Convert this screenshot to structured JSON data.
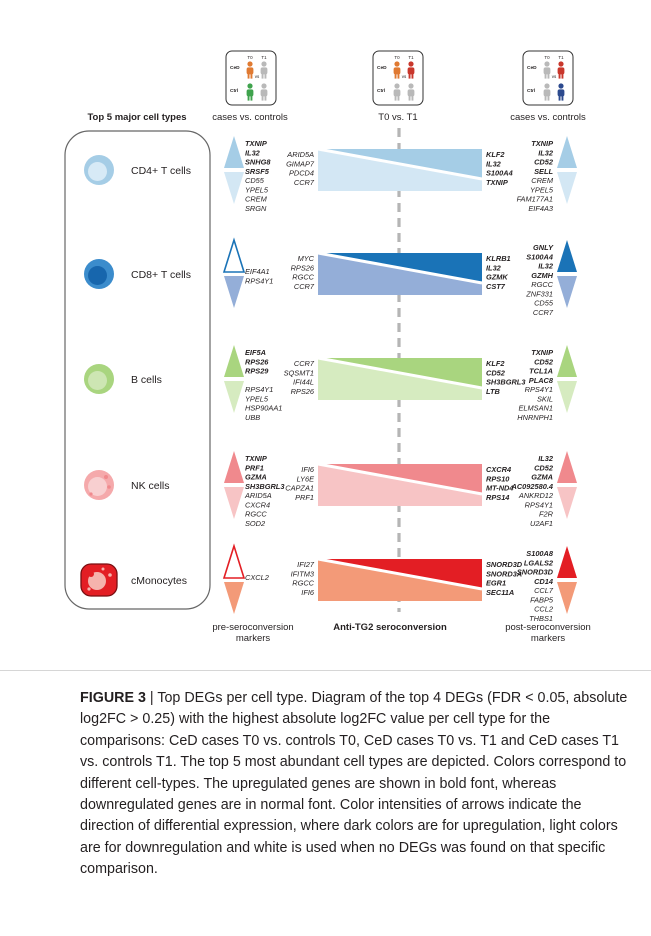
{
  "header": {
    "row_title": "Top 5 major cell types",
    "left_caption": "cases vs. controls",
    "middle_caption": "T0    vs.    T1",
    "right_caption": "cases vs. controls"
  },
  "icon_labels": {
    "t0": "T0",
    "t1": "T1",
    "ced": "CeD",
    "ctrl": "Ctrl",
    "vs": "vs"
  },
  "footer": {
    "left": "pre-seroconversion markers",
    "middle": "Anti-TG2 seroconversion",
    "right": "post-seroconversion markers"
  },
  "rows": [
    {
      "name": "CD4+ T cells",
      "colors": {
        "dark": "#a5cde6",
        "light": "#d3e7f4",
        "cell_outer": "#a5cde6",
        "cell_inner": "#d7eaf6"
      },
      "pre": {
        "up": [
          "TXNIP",
          "IL32",
          "SNHG8",
          "SRSF5"
        ],
        "down": [
          "CD55",
          "YPEL5",
          "CREM",
          "SRGN"
        ],
        "up_empty": false,
        "down_empty": false
      },
      "mid": {
        "down": [
          "ARID5A",
          "GIMAP7",
          "PDCD4",
          "CCR7"
        ],
        "up": [
          "KLF2",
          "IL32",
          "S100A4",
          "TXNIP"
        ]
      },
      "post": {
        "up": [
          "TXNIP",
          "IL32",
          "CD52",
          "SELL"
        ],
        "down": [
          "CREM",
          "YPEL5",
          "FAM177A1",
          "EIF4A3"
        ],
        "up_empty": false,
        "down_empty": false
      }
    },
    {
      "name": "CD8+ T cells",
      "colors": {
        "dark": "#1a73b7",
        "light": "#94aed8",
        "cell_outer": "#3b8ccc",
        "cell_inner": "#1766ad"
      },
      "pre": {
        "up": [],
        "down": [
          "EIF4A1",
          "RPS4Y1"
        ],
        "up_empty": true,
        "down_empty": false
      },
      "mid": {
        "down": [
          "MYC",
          "RPS26",
          "RGCC",
          "CCR7"
        ],
        "up": [
          "KLRB1",
          "IL32",
          "GZMK",
          "CST7"
        ]
      },
      "post": {
        "up": [
          "GNLY",
          "S100A4",
          "IL32",
          "GZMH"
        ],
        "down": [
          "RGCC",
          "ZNF331",
          "CD55",
          "CCR7"
        ],
        "up_empty": false,
        "down_empty": false
      }
    },
    {
      "name": "B cells",
      "colors": {
        "dark": "#a9d57f",
        "light": "#d6ebc0",
        "cell_outer": "#a9d57f",
        "cell_inner": "#cde6b3"
      },
      "pre": {
        "up": [
          "EIF5A",
          "RPS26",
          "RPS29"
        ],
        "down": [
          "RPS4Y1",
          "YPEL5",
          "HSP90AA1",
          "UBB"
        ],
        "up_empty": false,
        "down_empty": false
      },
      "mid": {
        "down": [
          "CCR7",
          "SQSMT1",
          "IFI44L",
          "RPS26"
        ],
        "up": [
          "KLF2",
          "CD52",
          "SH3BGRL3",
          "LTB"
        ]
      },
      "post": {
        "up": [
          "TXNIP",
          "CD52",
          "TCL1A",
          "PLAC8"
        ],
        "down": [
          "RPS4Y1",
          "SKIL",
          "ELMSAN1",
          "HNRNPH1"
        ],
        "up_empty": false,
        "down_empty": false
      }
    },
    {
      "name": "NK cells",
      "colors": {
        "dark": "#f0898d",
        "light": "#f7c4c5",
        "cell_outer": "#f5a9ab",
        "cell_inner": "#f8cfd0"
      },
      "pre": {
        "up": [
          "TXNIP",
          "PRF1",
          "GZMA",
          "SH3BGRL3"
        ],
        "down": [
          "ARID5A",
          "CXCR4",
          "RGCC",
          "SOD2"
        ],
        "up_empty": false,
        "down_empty": false
      },
      "mid": {
        "down": [
          "IFI6",
          "LY6E",
          "CAPZA1",
          "PRF1"
        ],
        "up": [
          "CXCR4",
          "RPS10",
          "MT-ND4",
          "RPS14"
        ]
      },
      "post": {
        "up": [
          "IL32",
          "CD52",
          "GZMA",
          "AC092580.4"
        ],
        "down": [
          "ANKRD12",
          "RPS4Y1",
          "F2R",
          "U2AF1"
        ],
        "up_empty": false,
        "down_empty": false
      }
    },
    {
      "name": "cMonocytes",
      "colors": {
        "dark": "#e31e24",
        "light": "#f39a78",
        "cell_outer": "#e31e24",
        "cell_inner": "#f5b3ad"
      },
      "pre": {
        "up": [],
        "down": [
          "CXCL2"
        ],
        "up_empty": true,
        "down_empty": false
      },
      "mid": {
        "down": [
          "IFI27",
          "IFITM3",
          "RGCC",
          "IFI6"
        ],
        "up": [
          "SNORD3D",
          "SNORD3A",
          "EGR1",
          "SEC11A"
        ]
      },
      "post": {
        "up": [
          "S100A8",
          "LGALS2",
          "SNORD3D",
          "CD14"
        ],
        "down": [
          "CCL7",
          "FABP5",
          "CCL2",
          "THBS1"
        ],
        "up_empty": false,
        "down_empty": false
      }
    }
  ],
  "caption": {
    "label": "FIGURE 3",
    "text": " | Top DEGs per cell type. Diagram of the top 4 DEGs (FDR < 0.05, absolute log2FC > 0.25) with the highest absolute log2FC value per cell type for the comparisons: CeD cases T0 vs. controls T0, CeD cases T0 vs. T1 and CeD cases T1 vs. controls T1. The top 5 most abundant cell types are depicted. Colors correspond to different cell-types. The upregulated genes are shown in bold font, whereas downregulated genes are in normal font. Color intensities of arrows indicate the direction of differential expression, where dark colors are for upregulation, light colors are for downregulation and white is used when no DEGs was found on that specific comparison."
  }
}
